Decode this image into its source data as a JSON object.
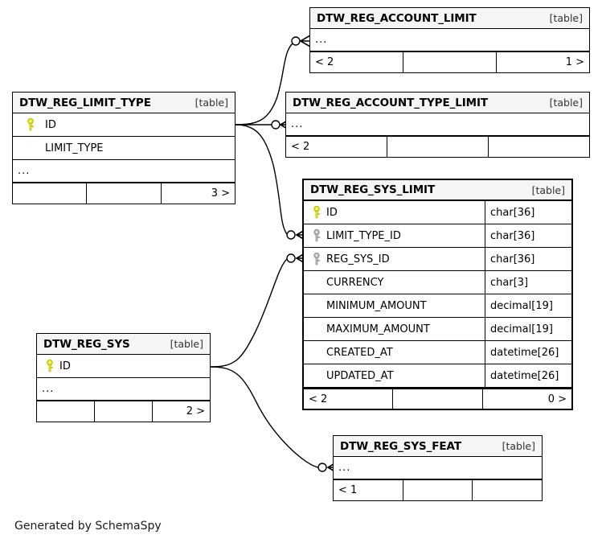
{
  "diagram": {
    "type": "entity-relationship-diagram",
    "generator_credit": "Generated by SchemaSpy",
    "table_tag": "[table]",
    "ellipsis": "...",
    "colors": {
      "primary_key": "#e8e800",
      "foreign_key": "#b3b3b3",
      "header_background": "#f5f5f5",
      "border": "#000000",
      "background": "#ffffff"
    }
  },
  "tables": {
    "account_limit": {
      "name": "DTW_REG_ACCOUNT_LIMIT",
      "tag": "[table]",
      "ellipsis": "...",
      "footer": [
        "< 2",
        "",
        "1 >"
      ]
    },
    "account_type_limit": {
      "name": "DTW_REG_ACCOUNT_TYPE_LIMIT",
      "tag": "[table]",
      "ellipsis": "...",
      "footer": [
        "< 2",
        "",
        ""
      ]
    },
    "limit_type": {
      "name": "DTW_REG_LIMIT_TYPE",
      "tag": "[table]",
      "ellipsis": "...",
      "columns": [
        {
          "name": "ID",
          "key": "primary",
          "type": ""
        },
        {
          "name": "LIMIT_TYPE",
          "key": "none",
          "type": ""
        }
      ],
      "footer": [
        "",
        "",
        "3 >"
      ]
    },
    "sys_limit": {
      "name": "DTW_REG_SYS_LIMIT",
      "tag": "[table]",
      "columns": [
        {
          "name": "ID",
          "key": "primary",
          "type": "char[36]"
        },
        {
          "name": "LIMIT_TYPE_ID",
          "key": "foreign",
          "type": "char[36]"
        },
        {
          "name": "REG_SYS_ID",
          "key": "foreign",
          "type": "char[36]"
        },
        {
          "name": "CURRENCY",
          "key": "none",
          "type": "char[3]"
        },
        {
          "name": "MINIMUM_AMOUNT",
          "key": "none",
          "type": "decimal[19]"
        },
        {
          "name": "MAXIMUM_AMOUNT",
          "key": "none",
          "type": "decimal[19]"
        },
        {
          "name": "CREATED_AT",
          "key": "none",
          "type": "datetime[26]"
        },
        {
          "name": "UPDATED_AT",
          "key": "none",
          "type": "datetime[26]"
        }
      ],
      "footer": [
        "< 2",
        "",
        "0 >"
      ]
    },
    "reg_sys": {
      "name": "DTW_REG_SYS",
      "tag": "[table]",
      "ellipsis": "...",
      "columns": [
        {
          "name": "ID",
          "key": "primary",
          "type": ""
        }
      ],
      "footer": [
        "",
        "",
        "2 >"
      ]
    },
    "sys_feat": {
      "name": "DTW_REG_SYS_FEAT",
      "tag": "[table]",
      "ellipsis": "...",
      "footer": [
        "< 1",
        "",
        ""
      ]
    }
  },
  "relationships": [
    {
      "from": "limit_type",
      "to": "account_limit"
    },
    {
      "from": "limit_type",
      "to": "account_type_limit"
    },
    {
      "from": "limit_type",
      "to": "sys_limit"
    },
    {
      "from": "reg_sys",
      "to": "sys_limit"
    },
    {
      "from": "reg_sys",
      "to": "sys_feat"
    }
  ]
}
